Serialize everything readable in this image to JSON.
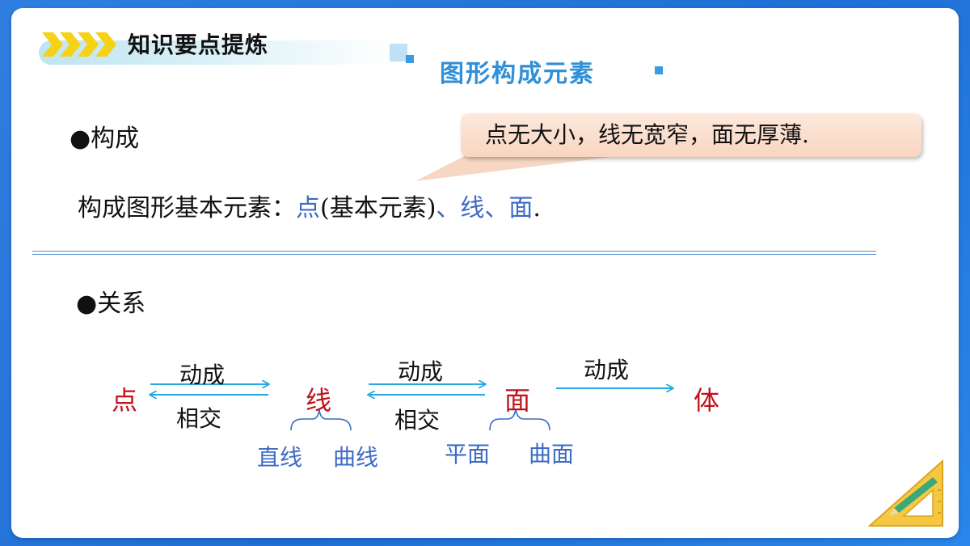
{
  "header": {
    "title": "知识要点提炼",
    "section_title": "图形构成元素"
  },
  "composition": {
    "heading": "●构成",
    "callout": "点无大小，线无宽窄，面无厚薄.",
    "definition_prefix": "构成图形基本元素：",
    "def_point": "点",
    "def_point_note": "(基本元素)",
    "def_sep1": "、",
    "def_line": "线",
    "def_sep2": "、",
    "def_face": "面",
    "def_end": "."
  },
  "relation": {
    "heading": "●关系",
    "nodes": [
      "点",
      "线",
      "面",
      "体"
    ],
    "arrow_top_labels": [
      "动成",
      "动成",
      "动成"
    ],
    "arrow_bottom_labels": [
      "相交",
      "相交"
    ],
    "line_types": [
      "直线",
      "曲线"
    ],
    "face_types": [
      "平面",
      "曲面"
    ]
  },
  "colors": {
    "background": "#2f7fe0",
    "accent_blue": "#2f8fd8",
    "node_red": "#c0121a",
    "sub_blue": "#3b6bc4",
    "arrow": "#29a9e0",
    "callout_fill": "#f9d5c0"
  }
}
